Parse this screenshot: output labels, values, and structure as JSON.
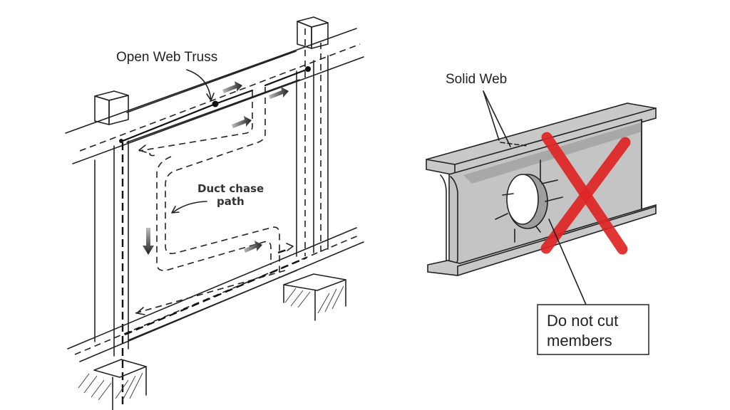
{
  "left_diagram": {
    "title": "Open Web Truss",
    "duct_label_line1": "Duct chase",
    "duct_label_line2": "path"
  },
  "right_diagram": {
    "title": "Solid Web",
    "warning_line1": "Do not cut",
    "warning_line2": "members",
    "prohibition_color": "#e02525"
  }
}
